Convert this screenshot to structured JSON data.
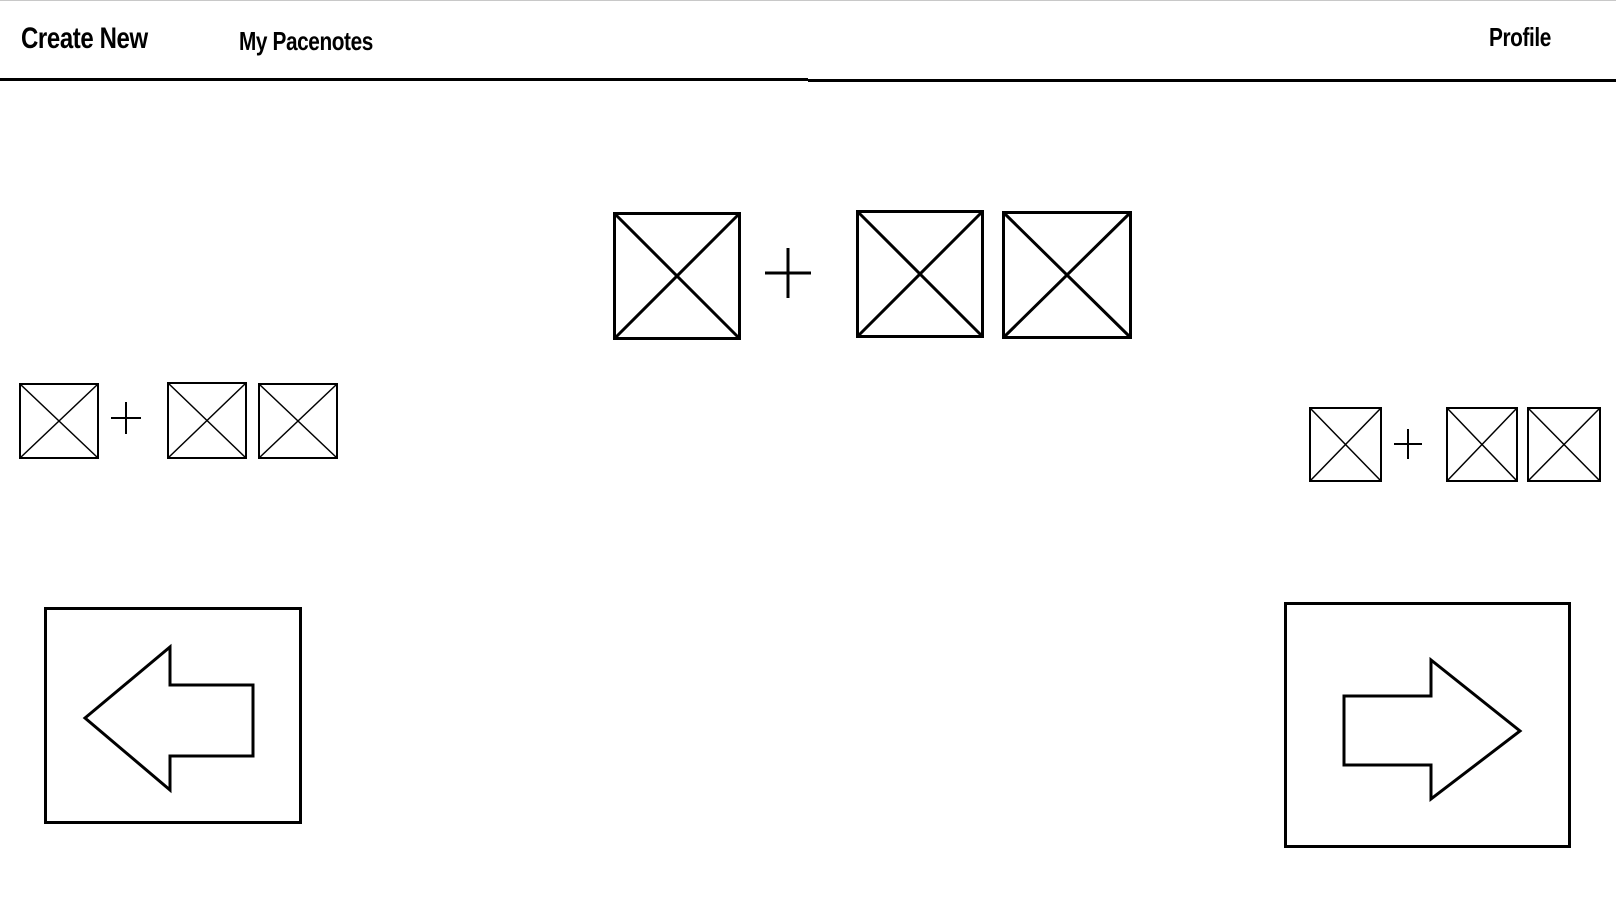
{
  "nav": {
    "create_new": "Create New",
    "my_pacenotes": "My Pacenotes",
    "profile": "Profile"
  },
  "carousel": {
    "items": [
      {
        "position": "left",
        "icons": [
          "image-placeholder-icon",
          "plus-icon",
          "image-placeholder-icon",
          "image-placeholder-icon"
        ]
      },
      {
        "position": "center",
        "icons": [
          "image-placeholder-icon",
          "plus-icon",
          "image-placeholder-icon",
          "image-placeholder-icon"
        ]
      },
      {
        "position": "right",
        "icons": [
          "image-placeholder-icon",
          "plus-icon",
          "image-placeholder-icon",
          "image-placeholder-icon"
        ]
      }
    ],
    "previous_icon": "arrow-left-icon",
    "next_icon": "arrow-right-icon"
  },
  "colors": {
    "ink": "#000000",
    "background": "#ffffff"
  }
}
